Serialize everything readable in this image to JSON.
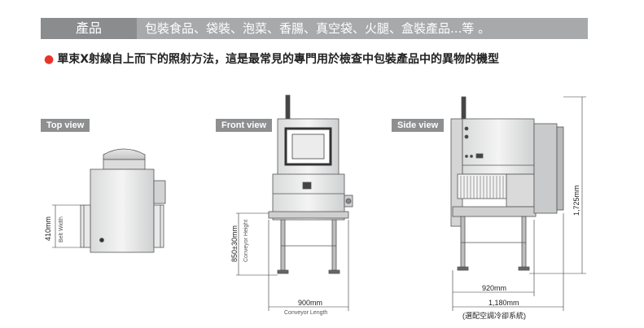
{
  "banner": {
    "label": "產品",
    "text": "包裝食品、袋裝、泡菜、香腸、真空袋、火腿、盒裝產品...等 。"
  },
  "description": "單束X射線自上而下的照射方法，這是最常見的專門用於檢查中包裝產品中的異物的機型",
  "views": {
    "top": {
      "label": "Top view",
      "dim_value": "410mm",
      "dim_caption": "Belt Width"
    },
    "front": {
      "label": "Front view",
      "height_value": "850±30mm",
      "height_caption": "Conveyor Height",
      "length_value": "900mm",
      "length_caption": "Conveyor Length"
    },
    "side": {
      "label": "Side view",
      "height_value": "1,725mm",
      "width_inner": "920mm",
      "width_outer": "1,180mm",
      "note": "(選配空調冷卻系統)"
    }
  },
  "colors": {
    "banner_dark": "#8a8c8e",
    "banner_light": "#a7a9ab",
    "bullet": "#e8352a"
  }
}
